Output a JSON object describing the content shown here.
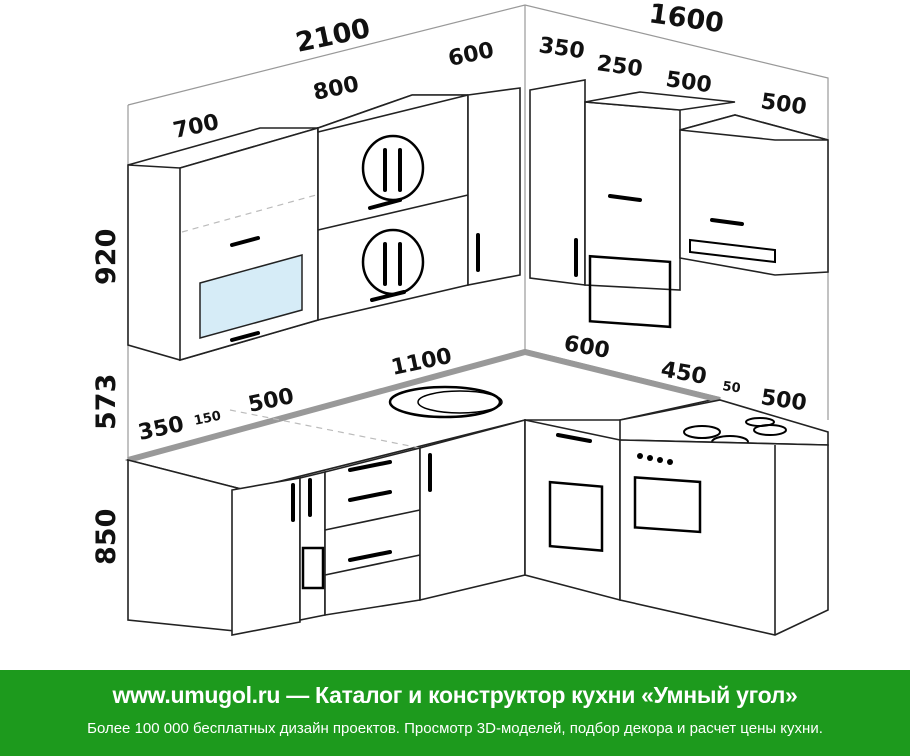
{
  "dimensions": {
    "total_left_width": "2100",
    "total_right_width": "1600",
    "upper_left_700": "700",
    "upper_left_800": "800",
    "upper_left_600": "600",
    "upper_right_350": "350",
    "upper_right_250": "250",
    "upper_right_500a": "500",
    "upper_right_500b": "500",
    "height_upper": "920",
    "height_backsplash": "573",
    "height_base": "850",
    "base_1100": "1100",
    "base_600": "600",
    "base_450": "450",
    "base_50": "50",
    "base_500_right": "500",
    "base_350": "350",
    "base_150": "150",
    "base_500_left": "500"
  },
  "footer": {
    "headline": "www.umugol.ru — Каталог и конструктор кухни «Умный угол»",
    "subline": "Более 100 000 бесплатных дизайн проектов. Просмотр 3D-моделей, подбор декора и расчет цены кухни."
  },
  "colors": {
    "footer_bg": "#1d9a1d",
    "glass": "#d6ecf7"
  }
}
